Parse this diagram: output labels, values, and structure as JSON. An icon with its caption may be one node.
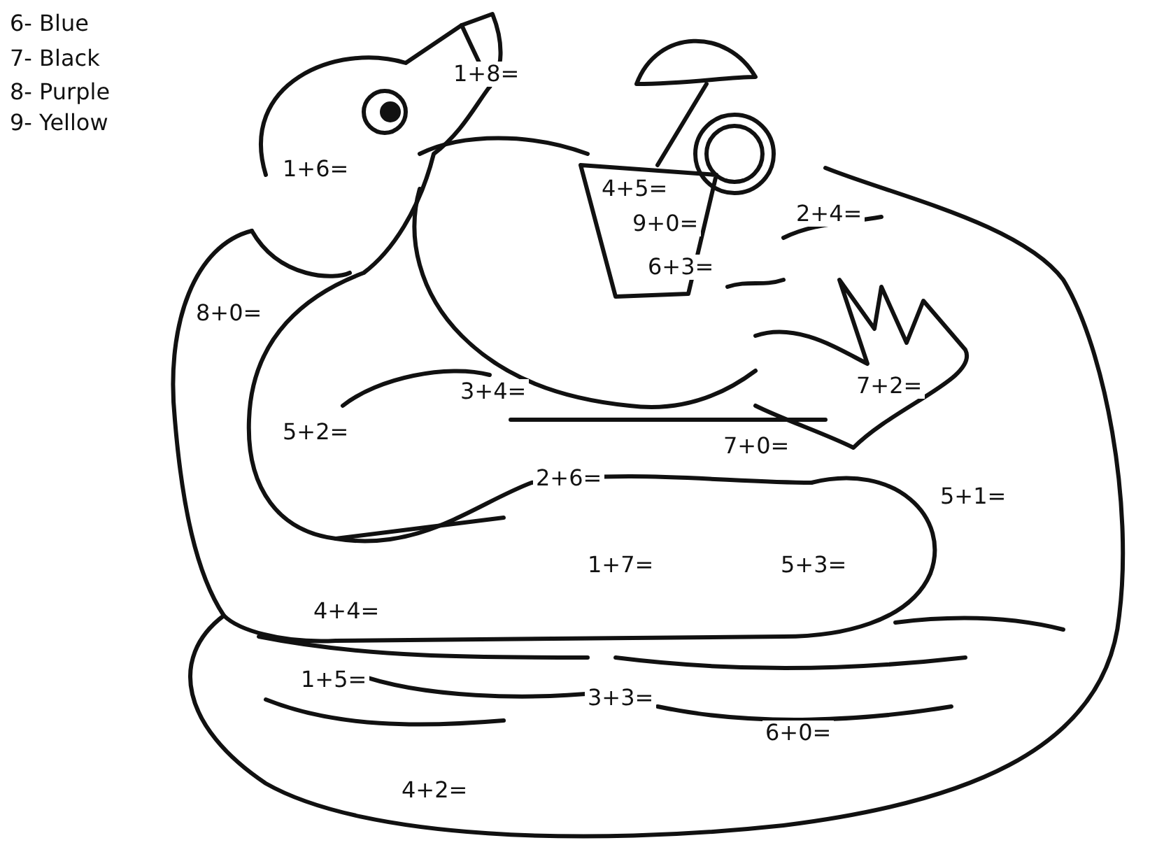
{
  "diagram": {
    "labels": [
      "6- Blue",
      "7- Black",
      "8- Purple",
      "9- Yellow",
      "1+8=",
      "1+6=",
      "4+5=",
      "2+4=",
      "9+0=",
      "6+3=",
      "8+0=",
      "7+2=",
      "3+4=",
      "5+2=",
      "7+0=",
      "2+6=",
      "5+1=",
      "1+7=",
      "5+3=",
      "4+4=",
      "1+5=",
      "3+3=",
      "6+0=",
      "4+2="
    ]
  }
}
